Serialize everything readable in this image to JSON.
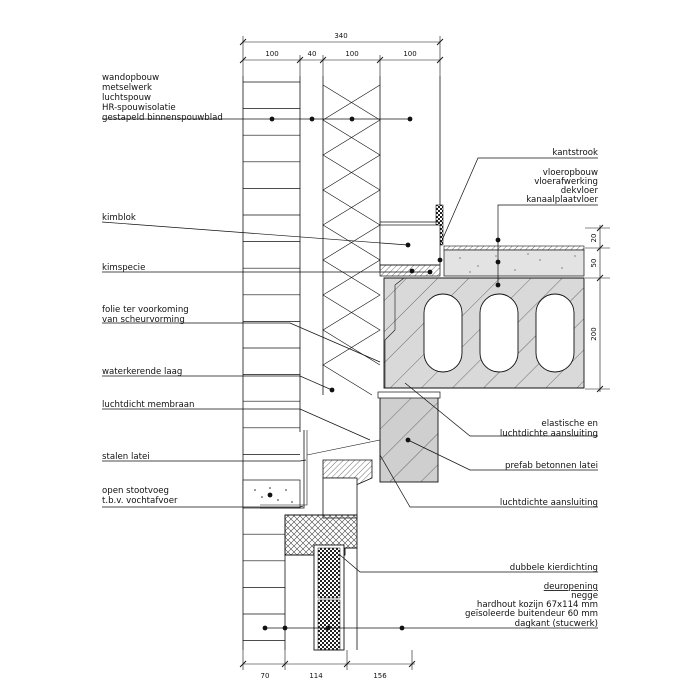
{
  "dimensions": {
    "top_total": "340",
    "top_segments": [
      "100",
      "40",
      "100",
      "100"
    ],
    "bottom_segments": [
      "70",
      "114",
      "156"
    ],
    "right_segments": [
      "20",
      "50",
      "200"
    ]
  },
  "labels_left": {
    "wall_group": [
      "wandopbouw",
      "metselwerk",
      "luchtspouw",
      "HR-spouwisolatie",
      "gestapeld binnenspouwblad"
    ],
    "kimblok": "kimblok",
    "kimspecie": "kimspecie",
    "folie": [
      "folie ter voorkoming",
      "van scheurvorming"
    ],
    "waterkerende": "waterkerende laag",
    "luchtdicht_membraan": "luchtdicht membraan",
    "stalen_latei": "stalen latei",
    "stootvoeg": [
      "open stootvoeg",
      "t.b.v. vochtafvoer"
    ]
  },
  "labels_right": {
    "kantstrook": "kantstrook",
    "floor_group": [
      "vloeropbouw",
      "vloerafwerking",
      "dekvloer",
      "kanaalplaatvloer"
    ],
    "elastische": [
      "elastische en",
      "luchtdichte aansluiting"
    ],
    "prefab": "prefab betonnen latei",
    "luchtdichte": "luchtdichte aansluiting",
    "kierdichting": "dubbele kierdichting",
    "door_group": [
      "deuropening",
      "negge",
      "hardhout kozijn 67x114 mm",
      "geïsoleerde buitendeur 60 mm",
      "dagkant (stucwerk)"
    ]
  }
}
